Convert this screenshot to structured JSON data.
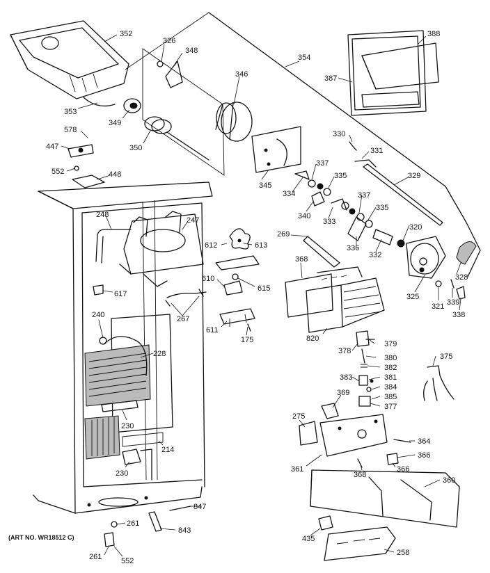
{
  "labels": {
    "p352": "352",
    "p326": "326",
    "p348": "348",
    "p354": "354",
    "p388": "388",
    "p387": "387",
    "p346": "346",
    "p353": "353",
    "p349": "349",
    "p350": "350",
    "p578": "578",
    "p447": "447",
    "p552a": "552",
    "p448": "448",
    "p345": "345",
    "p330": "330",
    "p331": "331",
    "p337a": "337",
    "p335a": "335",
    "p334": "334",
    "p329": "329",
    "p340": "340",
    "p333": "333",
    "p337b": "337",
    "p335b": "335",
    "p248": "248",
    "p247": "247",
    "p612": "612",
    "p613": "613",
    "p269": "269",
    "p320": "320",
    "p336": "336",
    "p332": "332",
    "p328": "328",
    "p368a": "368",
    "p610": "610",
    "p615": "615",
    "p617": "617",
    "p267": "267",
    "p325": "325",
    "p321": "321",
    "p339": "339",
    "p338": "338",
    "p611": "611",
    "p175": "175",
    "p240": "240",
    "p820": "820",
    "p228": "228",
    "p378": "378",
    "p379": "379",
    "p380": "380",
    "p382": "382",
    "p375": "375",
    "p381": "381",
    "p383": "383",
    "p384": "384",
    "p385": "385",
    "p369": "369",
    "p377": "377",
    "p230a": "230",
    "p275": "275",
    "p214": "214",
    "p364": "364",
    "p366a": "366",
    "p230b": "230",
    "p361": "361",
    "p368b": "368",
    "p366b": "366",
    "p360": "360",
    "p847": "847",
    "p261a": "261",
    "p843": "843",
    "p435": "435",
    "p261b": "261",
    "p552b": "552",
    "p258": "258"
  },
  "art_number": "(ART NO. WR18512 C)"
}
